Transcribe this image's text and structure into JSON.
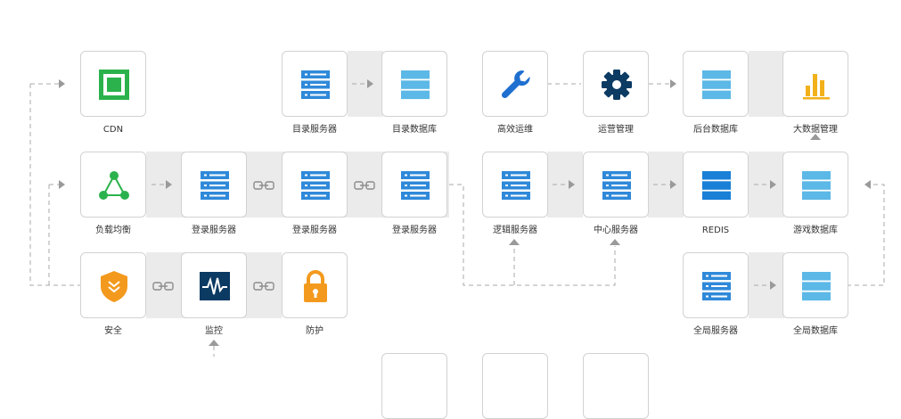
{
  "colors": {
    "node_blue": "#2f89d9",
    "green": "#2bb24c",
    "navy": "#0b3a63",
    "orange": "#f39a1e",
    "band": "#ebebeb",
    "dashed": "#a8a8a8"
  },
  "nodes": {
    "cdn": {
      "label": "CDN",
      "icon": "cdn-icon"
    },
    "dirServer": {
      "label": "目录服务器",
      "icon": "server-icon"
    },
    "dirDb": {
      "label": "目录数据库",
      "icon": "database-icon"
    },
    "ops": {
      "label": "高效运维",
      "icon": "wrench-icon"
    },
    "opsMgmt": {
      "label": "运营管理",
      "icon": "gear-icon"
    },
    "backDb": {
      "label": "后台数据库",
      "icon": "database-icon"
    },
    "bigData": {
      "label": "大数据管理",
      "icon": "bar-chart-icon"
    },
    "lb": {
      "label": "负载均衡",
      "icon": "network-icon"
    },
    "login1": {
      "label": "登录服务器",
      "icon": "server-icon"
    },
    "login2": {
      "label": "登录服务器",
      "icon": "server-icon"
    },
    "login3": {
      "label": "登录服务器",
      "icon": "server-icon"
    },
    "logic": {
      "label": "逻辑服务器",
      "icon": "server-icon"
    },
    "center": {
      "label": "中心服务器",
      "icon": "server-icon"
    },
    "redis": {
      "label": "REDIS",
      "icon": "redis-icon"
    },
    "gameDb": {
      "label": "游戏数据库",
      "icon": "database-icon"
    },
    "security": {
      "label": "安全",
      "icon": "shield-icon"
    },
    "monitor": {
      "label": "监控",
      "icon": "monitor-icon"
    },
    "protect": {
      "label": "防护",
      "icon": "lock-icon"
    },
    "globalServer": {
      "label": "全局服务器",
      "icon": "server-icon"
    },
    "globalDb": {
      "label": "全局数据库",
      "icon": "database-icon"
    }
  }
}
